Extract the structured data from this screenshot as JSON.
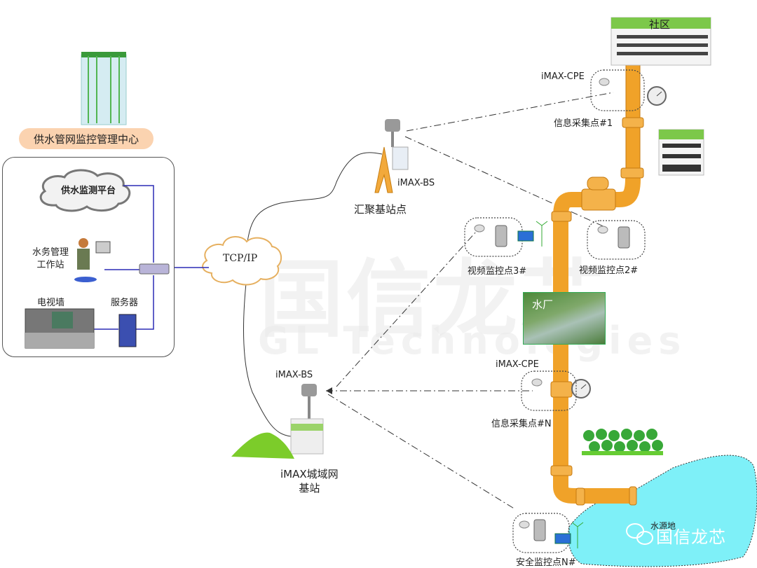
{
  "watermark": {
    "cn": "国信龙芯",
    "en": "GL Technologies"
  },
  "control_center": {
    "title": "供水管网监控管理中心",
    "platform_cloud": "供水监测平台",
    "workstation": "水务管理\n工作站",
    "workstation_lines": [
      "水务管理",
      "工作站"
    ],
    "video_wall": "电视墙",
    "server": "服务器"
  },
  "network": {
    "tcp_ip": "TCP/IP"
  },
  "aggregation_station": {
    "device": "iMAX-BS",
    "name": "汇聚基站点"
  },
  "metro_station": {
    "device": "iMAX-BS",
    "name_lines": [
      "iMAX城域网",
      "基站"
    ]
  },
  "community": {
    "name": "社区"
  },
  "water_plant": {
    "name": "水厂"
  },
  "reservoir": {
    "name": "水源地"
  },
  "points": [
    {
      "id": "info-1",
      "device": "iMAX-CPE",
      "name": "信息采集点#1"
    },
    {
      "id": "video-2",
      "name": "视频监控点2#"
    },
    {
      "id": "video-3",
      "name": "视频监控点3#"
    },
    {
      "id": "info-n",
      "device": "iMAX-CPE",
      "name": "信息采集点#N"
    },
    {
      "id": "safety-n",
      "name": "安全监控点N#"
    }
  ],
  "brand": {
    "wechat_account": "国信龙芯"
  },
  "colors": {
    "pipe": "#f0a229",
    "pipe_dark": "#c67a10",
    "link_blue": "#2b2bb5",
    "pond": "#7ef0f8",
    "title_bg": "#fbd3b0"
  }
}
